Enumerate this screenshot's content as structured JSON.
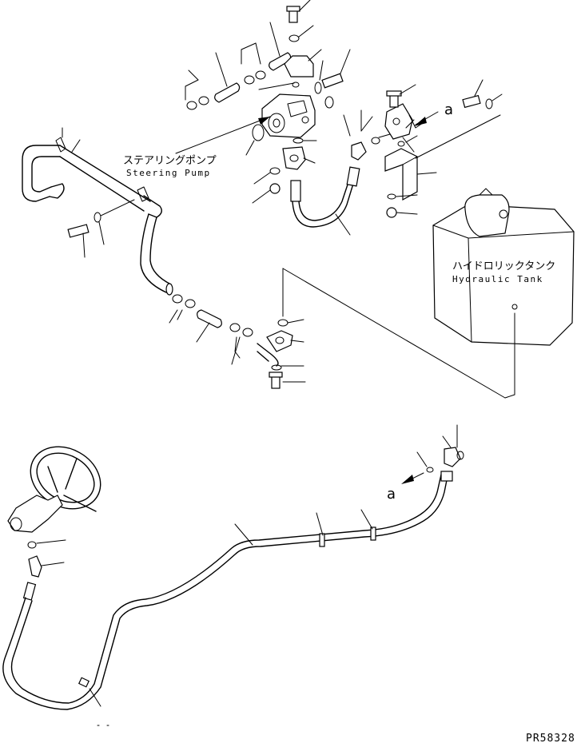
{
  "labels": {
    "steering_pump_jp": "ステアリングポンプ",
    "steering_pump_en": "Steering Pump",
    "hydraulic_tank_jp": "ハイドロリックタンク",
    "hydraulic_tank_en": "Hydraulic Tank",
    "ref_a_upper": "a",
    "ref_a_lower": "a",
    "drawing_code": "PR58328"
  }
}
